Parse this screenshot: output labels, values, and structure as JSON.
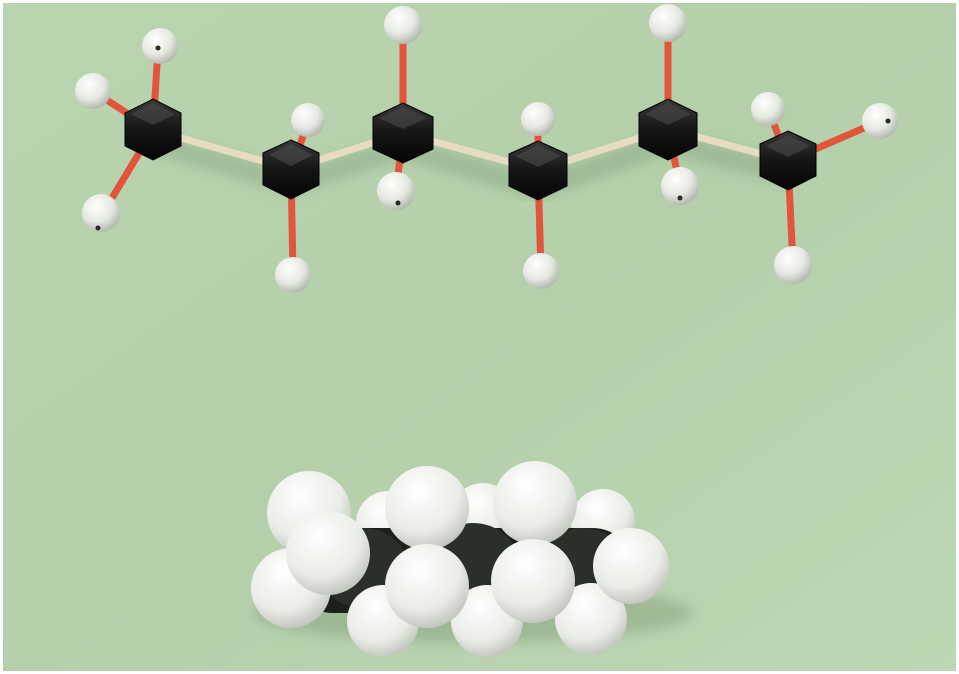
{
  "scene": {
    "subject": "hexane-molecular-models",
    "colors": {
      "background": "#b7d1ad",
      "background_light": "#c8dcbe",
      "carbon": "#141414",
      "hydrogen": "#e9ece6",
      "ch_bond": "#e2553a",
      "cc_bond": "#e7dcc2"
    },
    "ball_and_stick": {
      "carbon_atoms": 6,
      "hydrogen_atoms": 14
    },
    "space_filling": {
      "carbon_atoms": 6,
      "hydrogen_atoms": 14
    }
  }
}
